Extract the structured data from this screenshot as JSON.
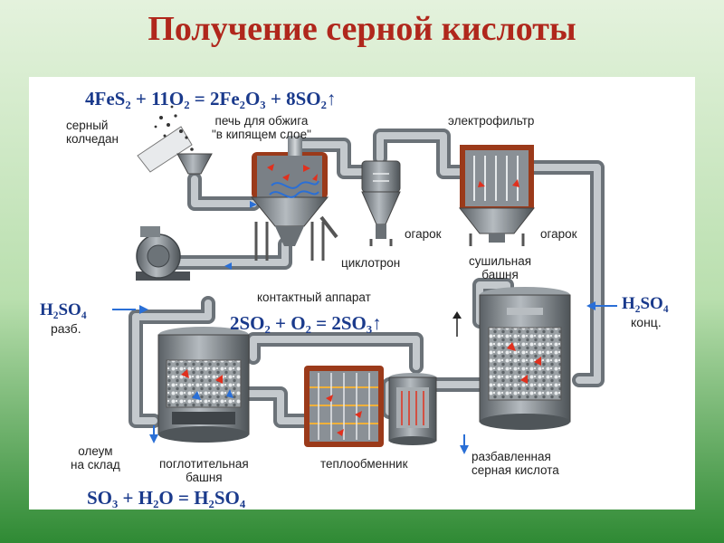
{
  "title": "Получение серной кислоты",
  "equations": {
    "roasting": "4FeS₂ + 11O₂ = 2Fe₂O₃ + 8SO₂↑",
    "contact": "2SO₂ + O₂ = 2SO₃↑",
    "absorption": "SO₃ + H₂O = H₂SO₄"
  },
  "labels": {
    "pyrite_line1": "серный",
    "pyrite_line2": "колчедан",
    "furnace_line1": "печь для обжига",
    "furnace_line2": "\"в кипящем слое\"",
    "electrofilter": "электрофильтр",
    "cinder_1": "огарок",
    "cinder_2": "огарок",
    "cyclotron": "циклотрон",
    "drying_line1": "сушильная",
    "drying_line2": "башня",
    "contact_apparatus": "контактный аппарат",
    "acid_dilute_formula": "H₂SO₄",
    "acid_dilute_text": "разб.",
    "acid_conc_formula": "H₂SO₄",
    "acid_conc_text": "конц.",
    "oleum_line1": "олеум",
    "oleum_line2": "на склад",
    "absorber_line1": "поглотительная",
    "absorber_line2": "башня",
    "heat_exchanger": "теплообменник",
    "dilute_line1": "разбавленная",
    "dilute_line2": "серная кислота"
  },
  "colors": {
    "title": "#b0271c",
    "equation": "#1a3a8c",
    "pipe": "#8e959b",
    "vessel": "#5d6368",
    "flow_arrow_red": "#e0301e",
    "flow_arrow_blue": "#2a6fd6",
    "brick": "#a8401e"
  }
}
